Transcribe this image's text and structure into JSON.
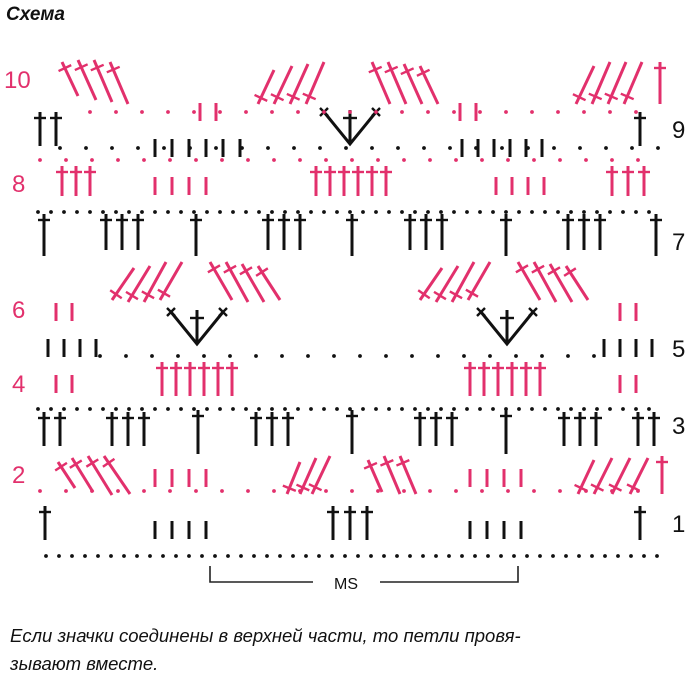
{
  "title": "Схема",
  "row_numbers_left": [
    "10",
    "8",
    "6",
    "4",
    "2"
  ],
  "row_numbers_right": [
    "9",
    "7",
    "5",
    "3",
    "1"
  ],
  "repeat_label": "MS",
  "caption_lines": [
    "Если значки соединены в верхней части, то петли провя-",
    "зывают вместе."
  ],
  "colors": {
    "odd_rows": "#111111",
    "even_rows": "#e2306c"
  },
  "symbols": [
    "chain-dot",
    "single-crochet-tick",
    "double-crochet-t",
    "shell-fan"
  ]
}
